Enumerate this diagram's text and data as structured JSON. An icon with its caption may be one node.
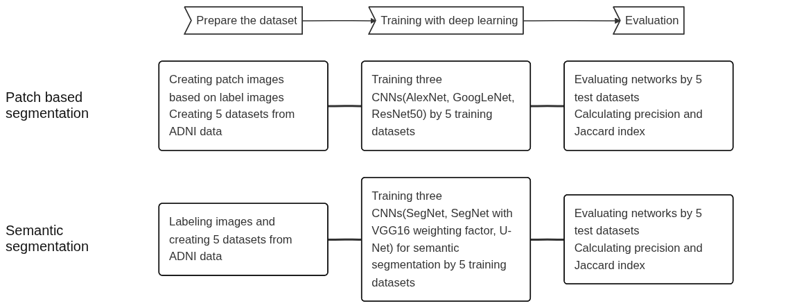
{
  "diagram": {
    "nodes": [
      {
        "text": [
          "Prepare the dataset"
        ]
      },
      {
        "text": [
          "Training with deep learning"
        ]
      },
      {
        "text": [
          "Evaluation"
        ]
      },
      {
        "text": [
          "Creating patch images based on label images",
          "Creating 5 datasets from ADNI data"
        ]
      },
      {
        "text": [
          "Training three CNNs(AlexNet, GoogLeNet, ResNet50) by 5 training datasets"
        ]
      },
      {
        "text": [
          "Evaluating networks by 5 test datasets",
          "Calculating precision and Jaccard index"
        ]
      },
      {
        "text": [
          "Labeling images and creating 5 datasets from ADNI data"
        ]
      },
      {
        "text": [
          "Training three CNNs(SegNet, SegNet with VGG16 weighting factor, U-Net) for semantic segmentation by 5 training datasets"
        ]
      },
      {
        "text": [
          "Evaluating networks by 5 test datasets",
          "Calculating precision and Jaccard index"
        ]
      }
    ],
    "edges": [
      {
        "from": 0,
        "to": 1,
        "arrow": "to"
      },
      {
        "from": 1,
        "to": 2,
        "arrow": "to"
      },
      {
        "from": 3,
        "to": 4,
        "arrow": "none"
      },
      {
        "from": 4,
        "to": 5,
        "arrow": "none"
      },
      {
        "from": 6,
        "to": 7,
        "arrow": "none"
      },
      {
        "from": 7,
        "to": 8,
        "arrow": "none"
      }
    ],
    "labels": [
      "Patch based segmentation",
      "Semantic segmentation"
    ]
  }
}
